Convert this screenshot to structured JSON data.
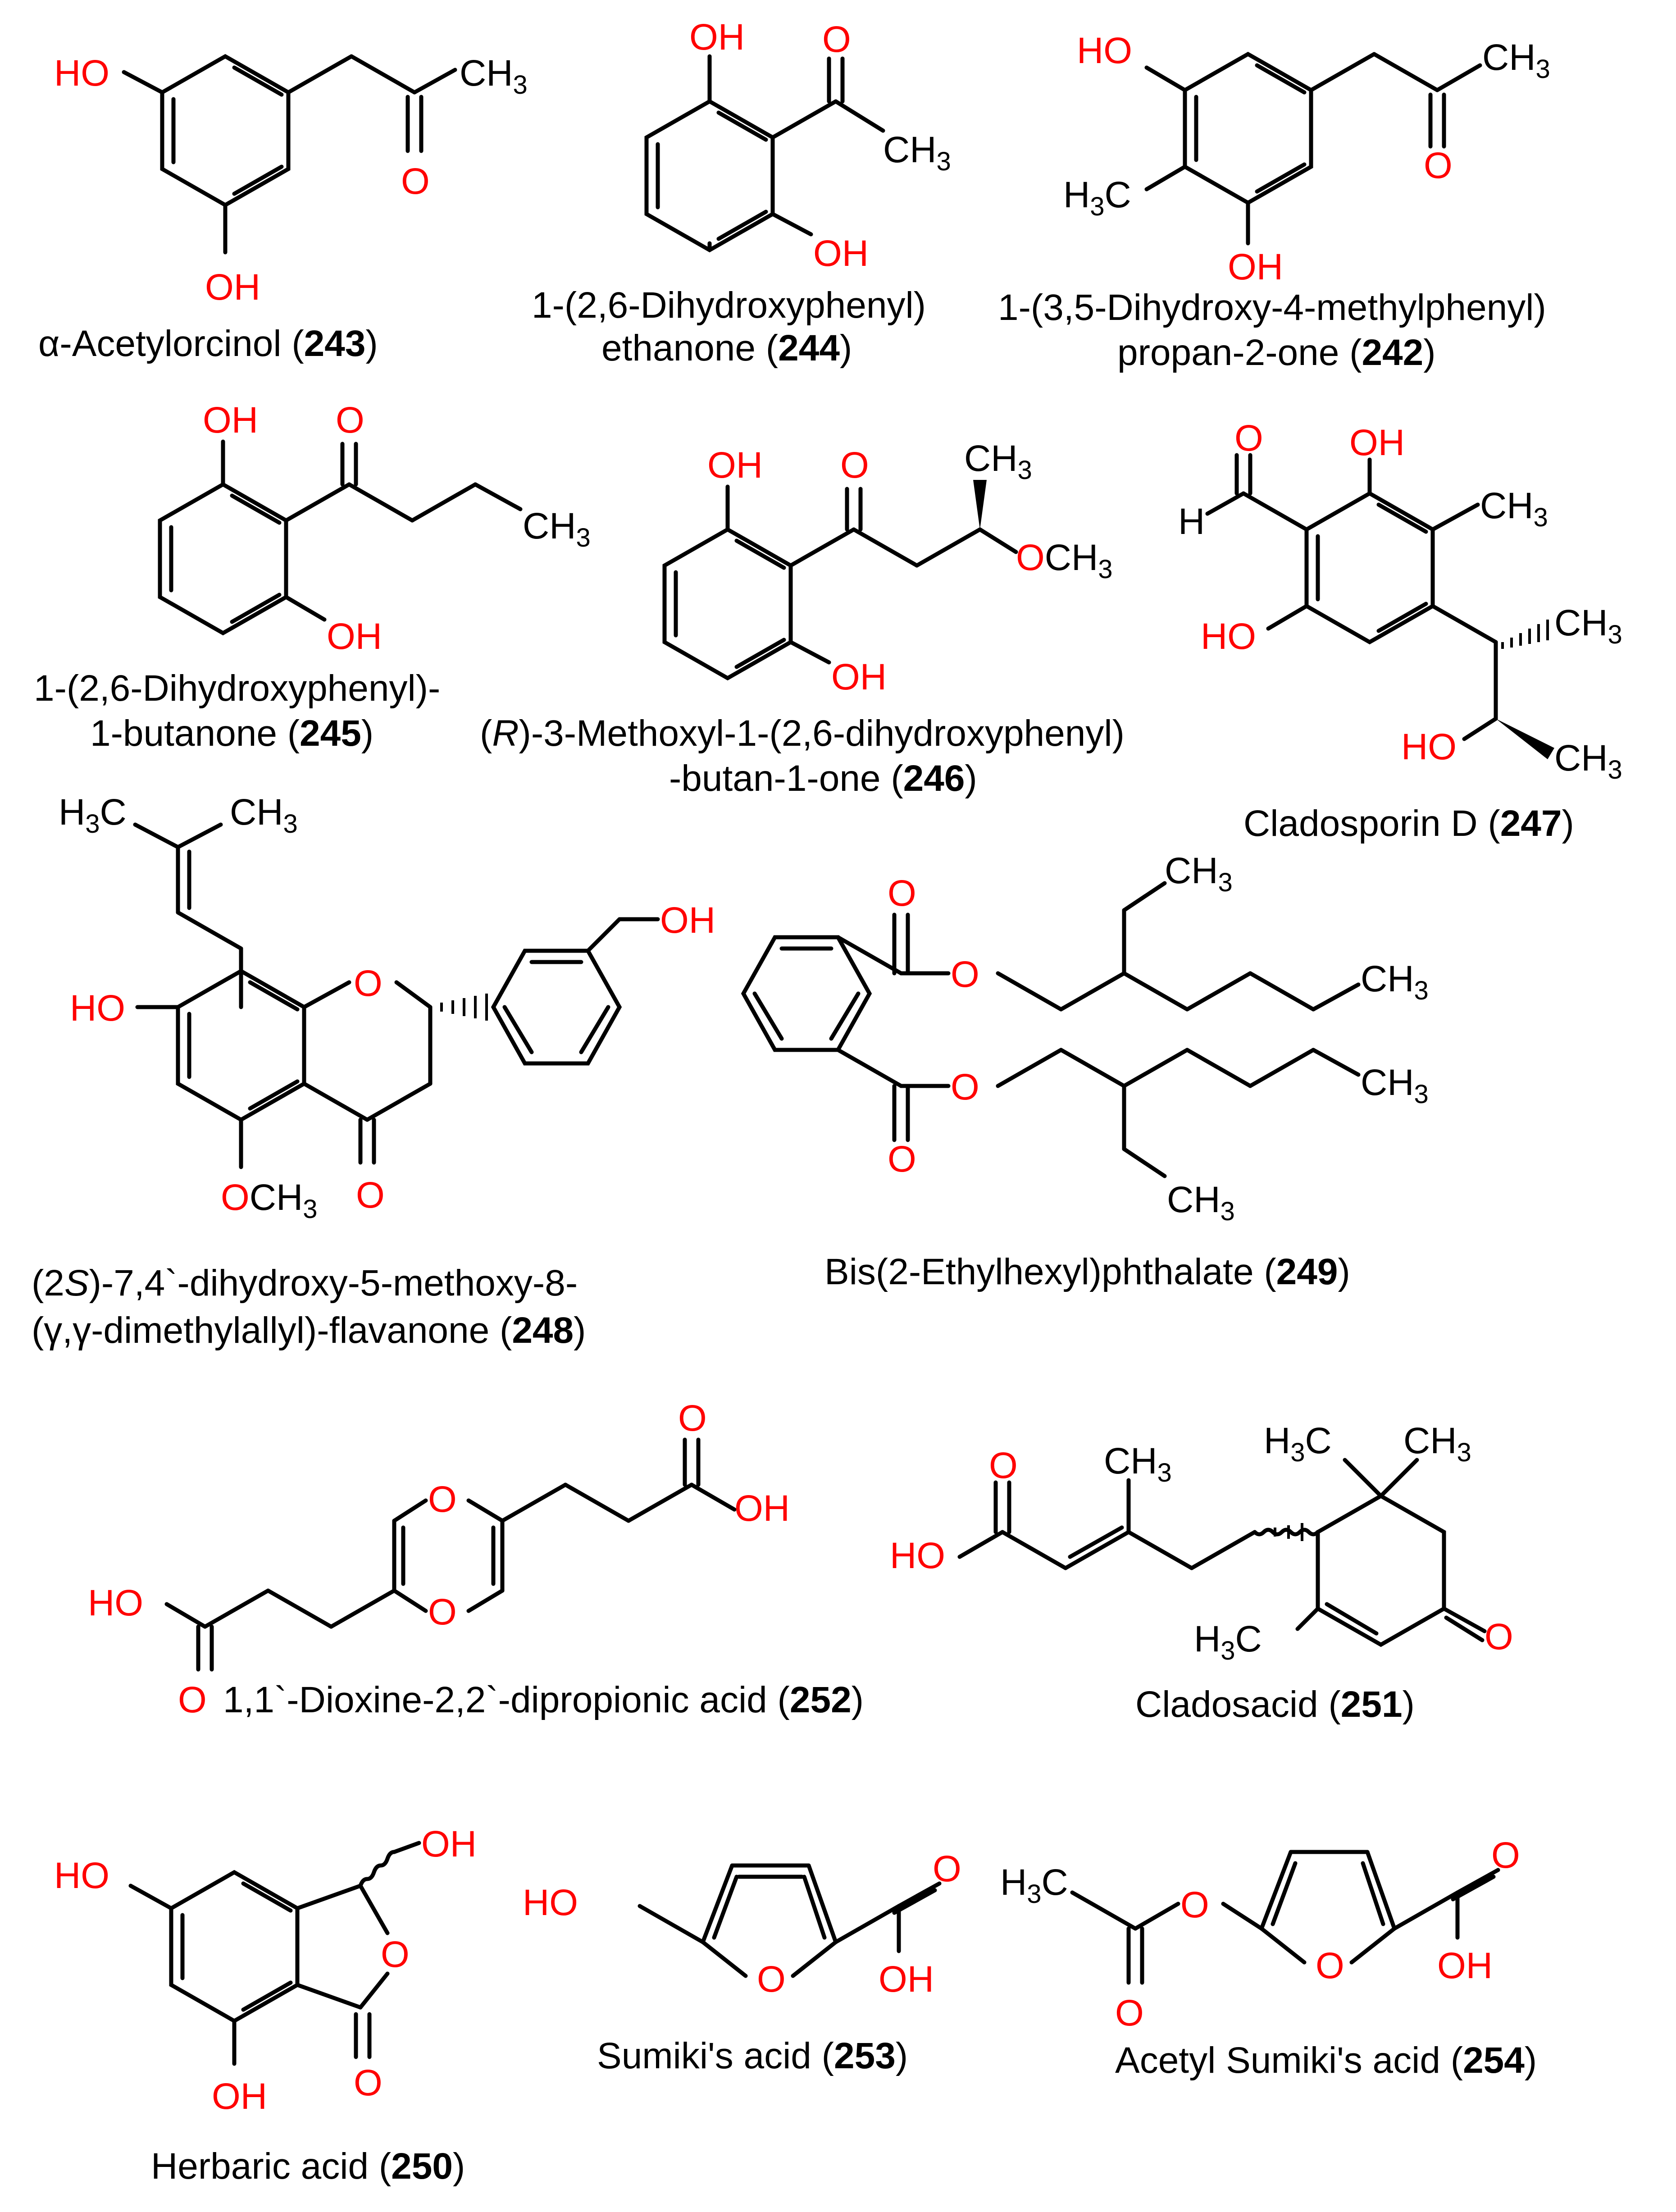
{
  "compounds": [
    {
      "id": "243",
      "name_pre": "α-Acetylorcinol (",
      "name_post": ")"
    },
    {
      "id": "244",
      "line1": "1-(2,6-Dihydroxyphenyl)",
      "line2_pre": "ethanone (",
      "line2_post": ")"
    },
    {
      "id": "242",
      "line1": "1-(3,5-Dihydroxy-4-methylphenyl)",
      "line2_pre": "propan-2-one (",
      "line2_post": ")"
    },
    {
      "id": "245",
      "line1": "1-(2,6-Dihydroxyphenyl)-",
      "line2_pre": "1-butanone (",
      "line2_post": ")"
    },
    {
      "id": "246",
      "line1_a": "(",
      "line1_it": "R",
      "line1_b": ")-3-Methoxyl-1-(2,6-dihydroxyphenyl)",
      "line2_pre": "-butan-1-one (",
      "line2_post": ")"
    },
    {
      "id": "247",
      "name_pre": "Cladosporin D (",
      "name_post": ")"
    },
    {
      "id": "248",
      "line1_a": "(2",
      "line1_it": "S",
      "line1_b": ")-7,4`-dihydroxy-5-methoxy-8-",
      "line2_pre": "(γ,γ-dimethylallyl)-flavanone (",
      "line2_post": ")"
    },
    {
      "id": "249",
      "name_pre": "Bis(2-Ethylhexyl)phthalate (",
      "name_post": ")"
    },
    {
      "id": "252",
      "name_pre": "1,1`-Dioxine-2,2`-dipropionic acid (",
      "name_post": ")"
    },
    {
      "id": "251",
      "name_pre": "Cladosacid (",
      "name_post": ")"
    },
    {
      "id": "250",
      "name_pre": "Herbaric acid (",
      "name_post": ")"
    },
    {
      "id": "253",
      "name_pre": "Sumiki's acid (",
      "name_post": ")"
    },
    {
      "id": "254",
      "name_pre": "Acetyl Sumiki's acid (",
      "name_post": ")"
    }
  ],
  "atoms": {
    "OH": "OH",
    "HO": "HO",
    "O": "O",
    "H": "H",
    "CH": "CH",
    "H_C": "H",
    "C": "C",
    "OCH": "OCH",
    "three": "3"
  },
  "colors": {
    "heteroatom": "#ff0000",
    "carbon": "#000000",
    "background": "#ffffff"
  }
}
